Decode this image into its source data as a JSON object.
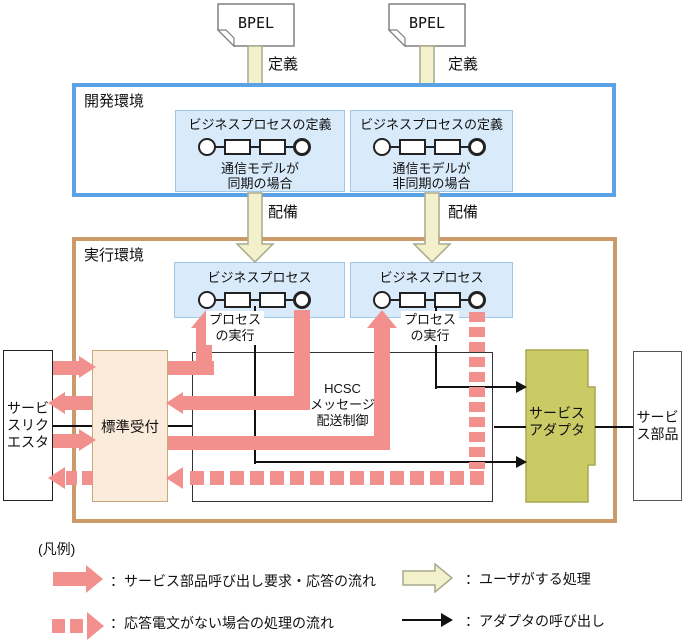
{
  "colors": {
    "flow_pink": "#F2908E",
    "user_yellow_fill": "#F2F1CC",
    "user_yellow_border": "#A9A98C",
    "dev_border": "#5AA2E3",
    "exec_border": "#CC9A68",
    "bp_fill": "#D9EBFA",
    "bp_border": "#9EC7E8",
    "reception_fill": "#FAEBDA",
    "reception_border": "#C9A87D",
    "adapter_fill": "#CBCB66",
    "adapter_border": "#A8A84E"
  },
  "sources": {
    "bpel_label": "BPEL"
  },
  "flows": {
    "define": "定義",
    "deploy": "配備"
  },
  "dev_env": {
    "title": "開発環境",
    "sync_bp": {
      "title": "ビジネスプロセスの定義",
      "caption_line1": "通信モデルが",
      "caption_line2": "同期の場合"
    },
    "async_bp": {
      "title": "ビジネスプロセスの定義",
      "caption_line1": "通信モデルが",
      "caption_line2": "非同期の場合"
    }
  },
  "exec_env": {
    "title": "実行環境",
    "sync_bp": {
      "title": "ビジネスプロセス",
      "caption_line1": "プロセス",
      "caption_line2": "の実行"
    },
    "async_bp": {
      "title": "ビジネスプロセス",
      "caption_line1": "プロセス",
      "caption_line2": "の実行"
    },
    "reception": {
      "label": "標準受付"
    },
    "hcsc": {
      "line1": "HCSC",
      "line2": "メッセージ",
      "line3": "配送制御"
    },
    "adapter": {
      "line1": "サービス",
      "line2": "アダプタ"
    }
  },
  "service_requester": {
    "line1": "サービ",
    "line2": "スリク",
    "line3": "エスタ"
  },
  "service_component": {
    "line1": "サービ",
    "line2": "ス部品"
  },
  "legend": {
    "title": "(凡例)",
    "request_response_flow": "：サービス部品呼び出し要求・応答の流れ",
    "no_response_flow": "：応答電文がない場合の処理の流れ",
    "user_action": "：ユーザがする処理",
    "adapter_call": "：アダプタの呼び出し"
  }
}
